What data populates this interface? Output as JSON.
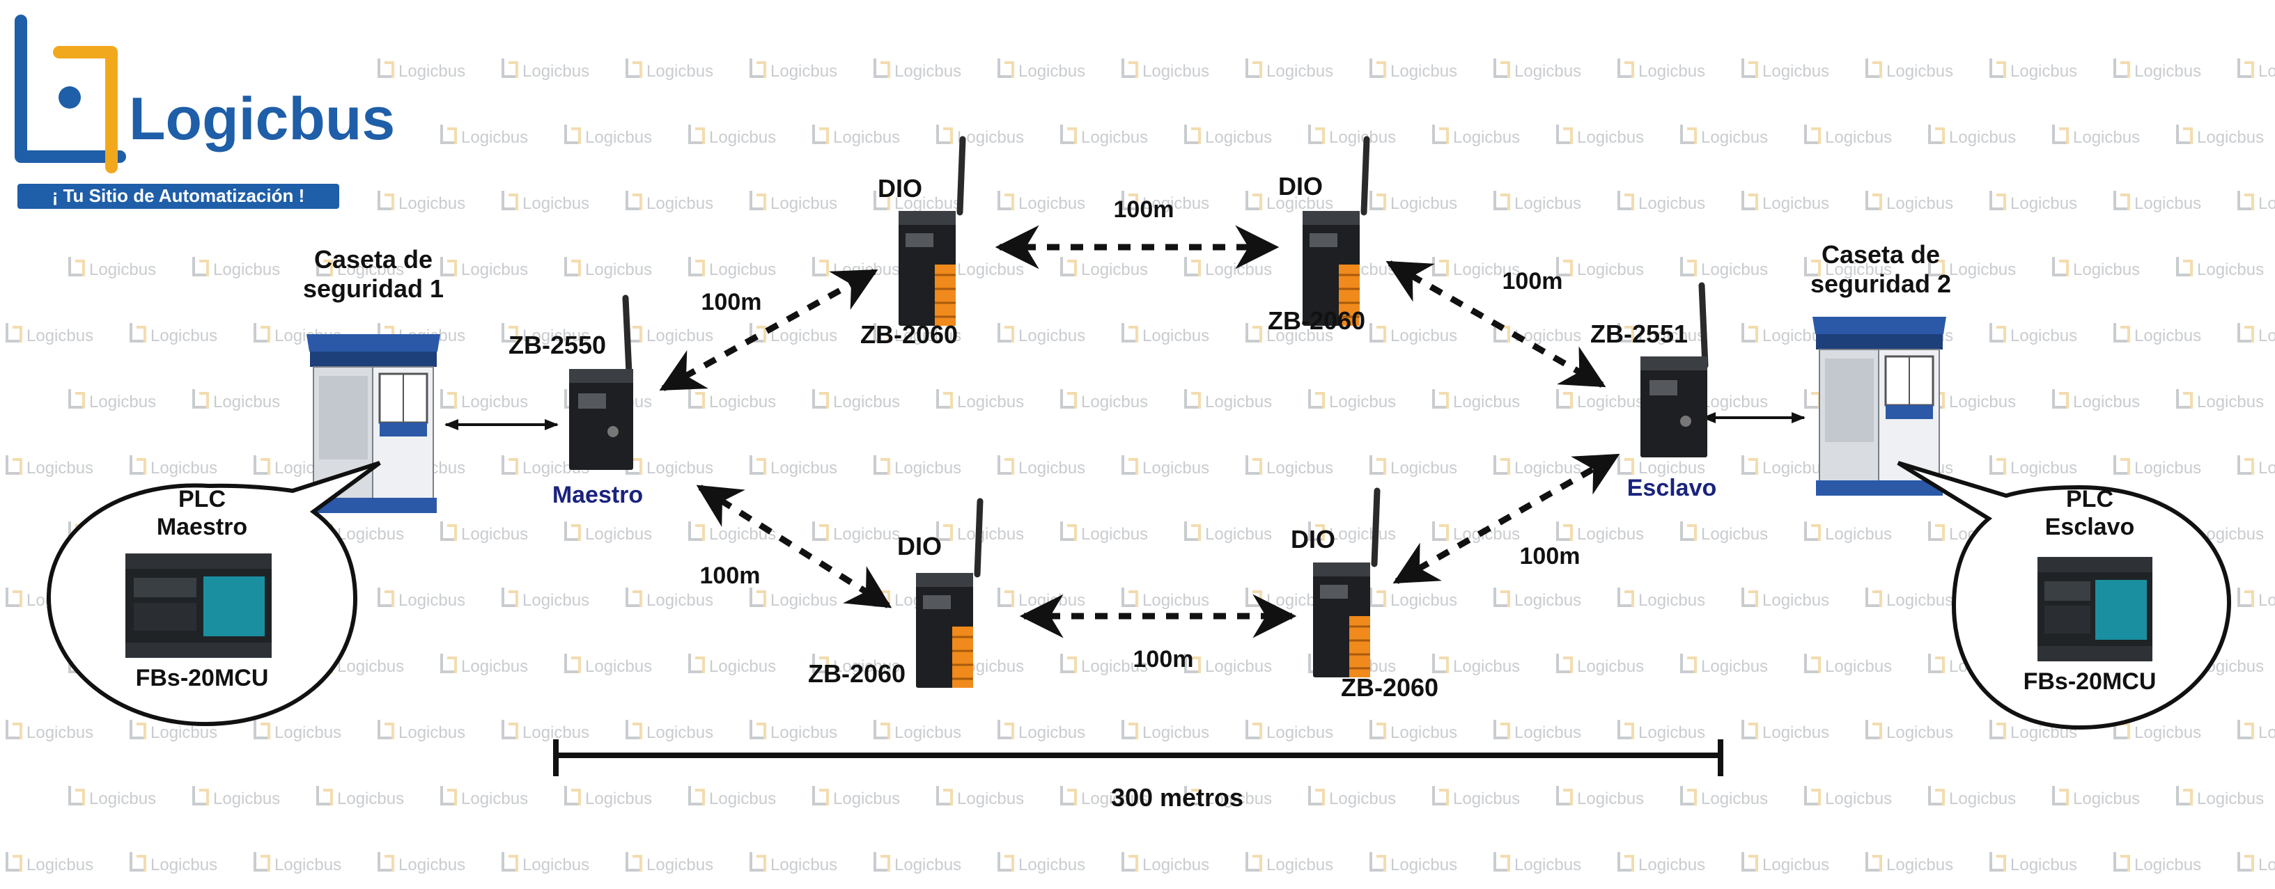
{
  "logo": {
    "name": "Logicbus",
    "tagline": "¡ Tu Sitio de Automatización !",
    "watermark_text": "Logicbus"
  },
  "colors": {
    "logo_blue": "#1f5ea8",
    "logo_orange": "#f2a81d",
    "tagline_bg": "#1f5ea8",
    "role_label": "#1a237e",
    "watermark": "#c9cccf",
    "module_orange": "#f08a1c",
    "booth_blue": "#2b59a8",
    "plc_teal": "#1a8fa0"
  },
  "booths": [
    {
      "id": "booth-1",
      "label_line1": "Caseta de",
      "label_line2": "seguridad 1"
    },
    {
      "id": "booth-2",
      "label_line1": "Caseta de",
      "label_line2": "seguridad 2"
    }
  ],
  "plcs": [
    {
      "id": "plc-master",
      "line1": "PLC",
      "line2": "Maestro",
      "model": "FBs-20MCU"
    },
    {
      "id": "plc-slave",
      "line1": "PLC",
      "line2": "Esclavo",
      "model": "FBs-20MCU"
    }
  ],
  "coordinators": [
    {
      "id": "zb2550",
      "model": "ZB-2550",
      "role": "Maestro"
    },
    {
      "id": "zb2551",
      "model": "ZB-2551",
      "role": "Esclavo"
    }
  ],
  "dio_nodes": [
    {
      "id": "dio-top-left",
      "label": "DIO",
      "model": "ZB-2060"
    },
    {
      "id": "dio-top-right",
      "label": "DIO",
      "model": "ZB-2060"
    },
    {
      "id": "dio-bottom-left",
      "label": "DIO",
      "model": "ZB-2060"
    },
    {
      "id": "dio-bottom-right",
      "label": "DIO",
      "model": "ZB-2060"
    }
  ],
  "links": [
    {
      "id": "link-master-topleft",
      "distance": "100m"
    },
    {
      "id": "link-top",
      "distance": "100m"
    },
    {
      "id": "link-topright-slave",
      "distance": "100m"
    },
    {
      "id": "link-master-bottomleft",
      "distance": "100m"
    },
    {
      "id": "link-bottom",
      "distance": "100m"
    },
    {
      "id": "link-bottomright-slave",
      "distance": "100m"
    }
  ],
  "scale": {
    "label": "300 metros"
  }
}
